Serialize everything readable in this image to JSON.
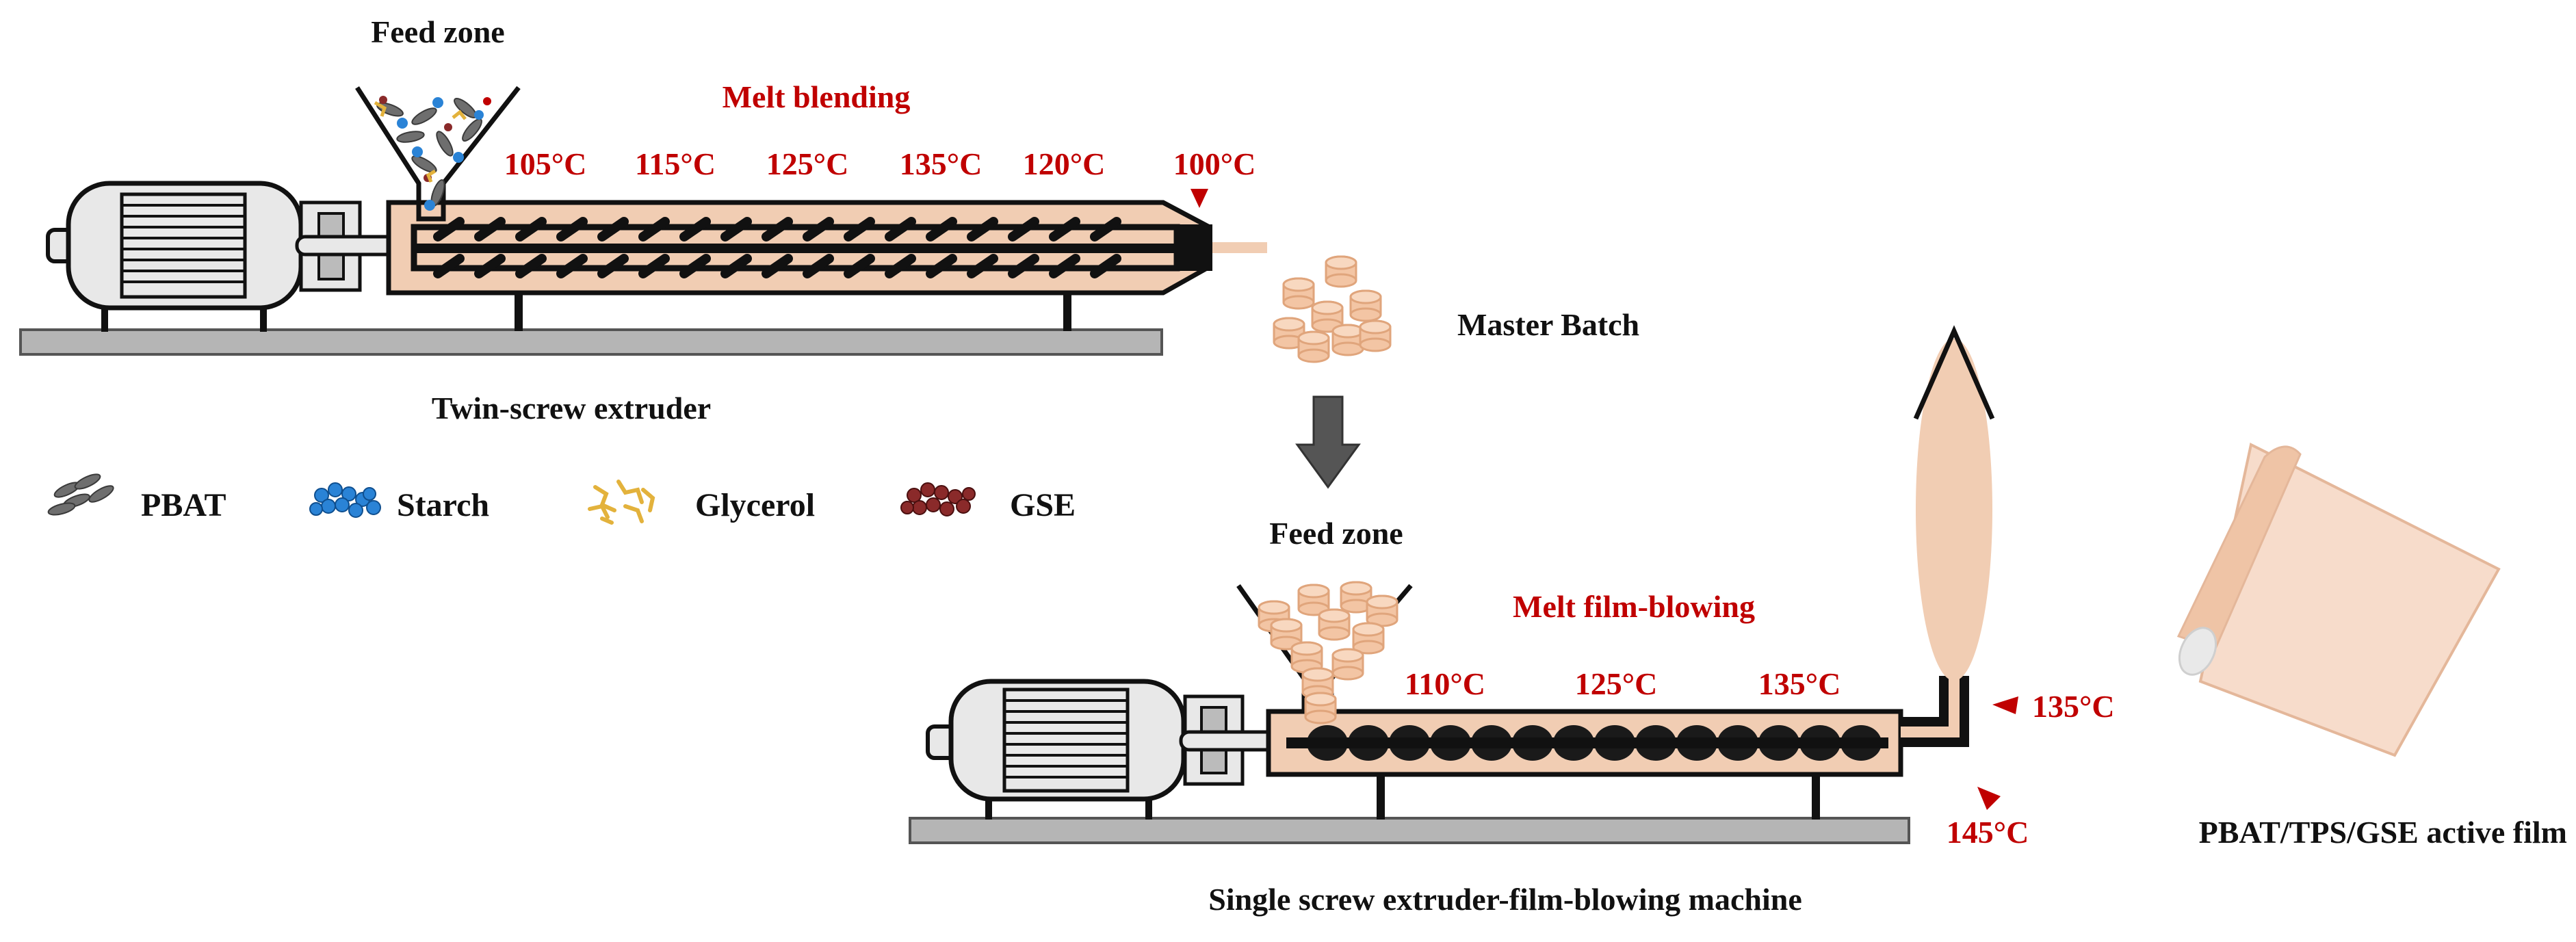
{
  "colors": {
    "label": "#111111",
    "temperature": "#c00000",
    "melt": "#f1cdb3",
    "pellet": "#f3c5a4",
    "pellet_stroke": "#e0a57c",
    "screw": "#1a1a1a",
    "motor": "#e8e8e8",
    "base": "#b5b5b5",
    "arrow": "#555555",
    "film": "#f7dccb",
    "pbat": "#6e6e6e",
    "starch": "#2a83d6",
    "glycerol": "#e3b23c",
    "gse": "#8a2a2a"
  },
  "extruder1": {
    "feed_zone": "Feed zone",
    "process": "Melt blending",
    "temps": [
      "105°C",
      "115°C",
      "125°C",
      "135°C",
      "120°C"
    ],
    "die_temp": "100°C",
    "caption": "Twin-screw extruder"
  },
  "master_batch": "Master Batch",
  "legend": [
    {
      "label": "PBAT",
      "icon": "pbat-pellets-icon"
    },
    {
      "label": "Starch",
      "icon": "starch-granules-icon"
    },
    {
      "label": "Glycerol",
      "icon": "glycerol-molecules-icon"
    },
    {
      "label": "GSE",
      "icon": "gse-particles-icon"
    }
  ],
  "extruder2": {
    "feed_zone": "Feed zone",
    "process": "Melt film-blowing",
    "temps": [
      "110°C",
      "125°C",
      "135°C"
    ],
    "die_temp_upper": "135°C",
    "die_temp_lower": "145°C",
    "caption": "Single screw extruder-film-blowing machine"
  },
  "product": "PBAT/TPS/GSE active film"
}
